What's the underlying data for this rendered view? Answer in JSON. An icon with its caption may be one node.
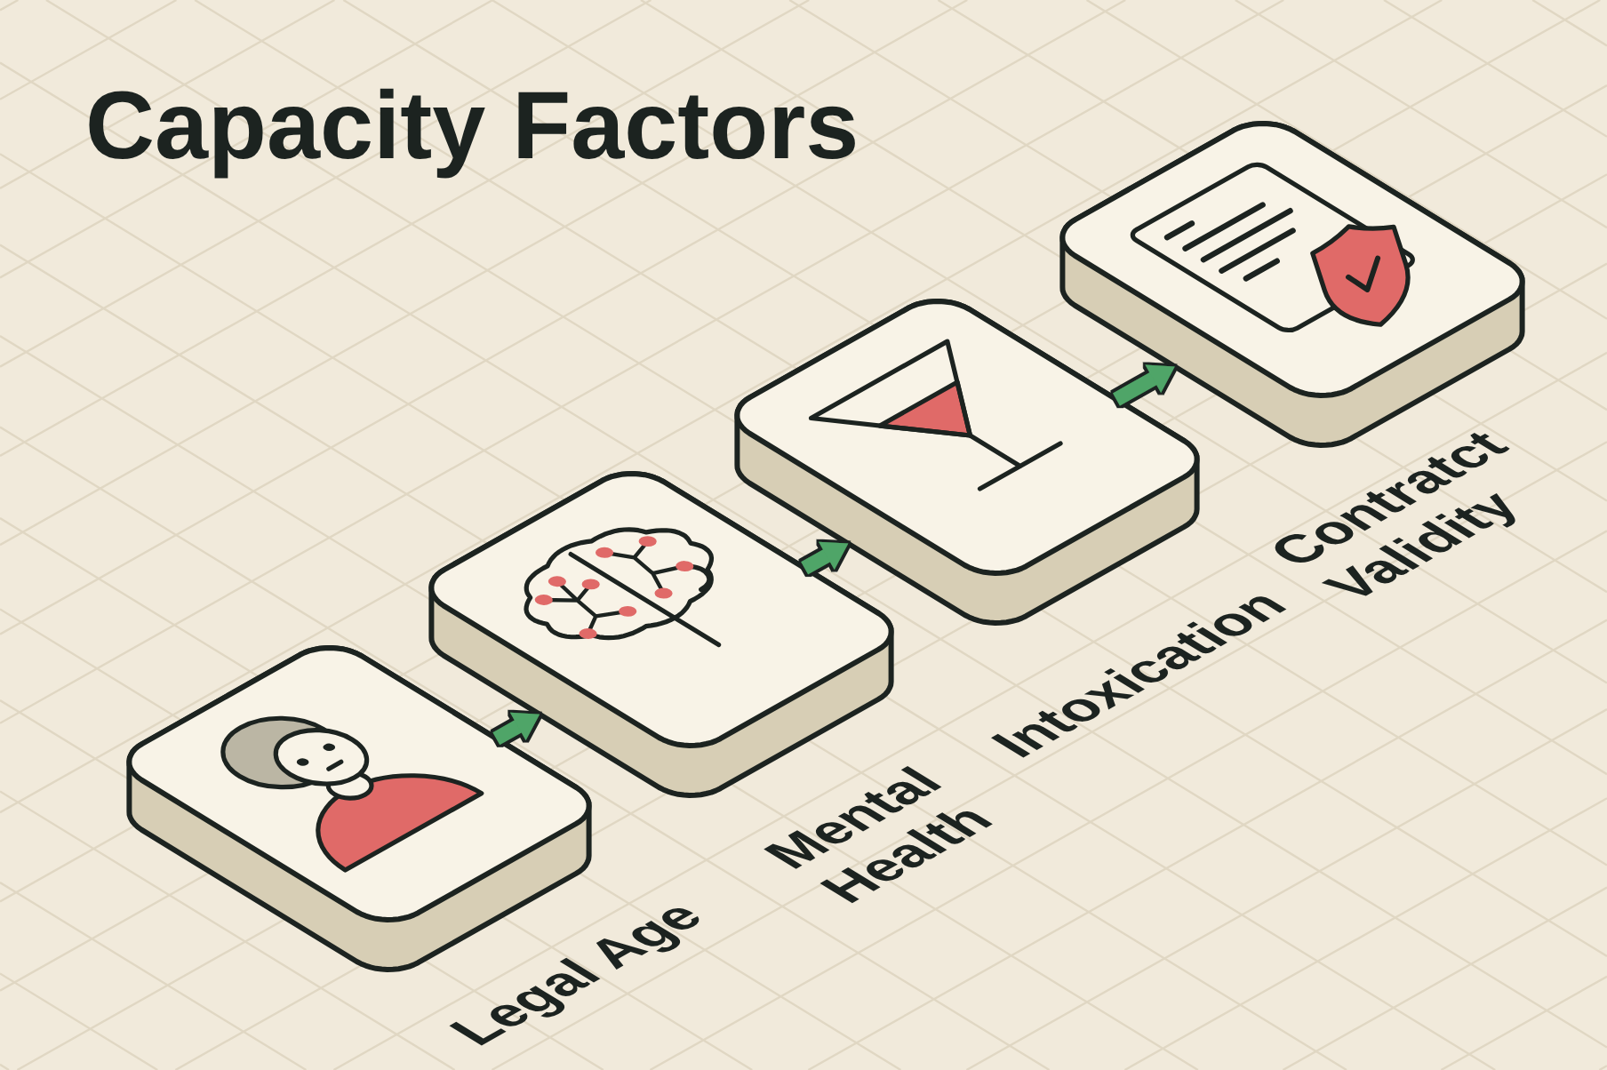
{
  "diagram": {
    "title": "Capacity Factors",
    "nodes": [
      {
        "text": [],
        "shape": "box",
        "beside": [
          "Legal Age"
        ]
      },
      {
        "text": [],
        "shape": "box",
        "beside": [
          "Mental Health"
        ]
      },
      {
        "text": [],
        "shape": "box",
        "beside": [
          "Intoxication"
        ]
      },
      {
        "text": [],
        "shape": "box",
        "beside": [
          "Contratct Validity"
        ]
      }
    ],
    "edges": [
      {
        "from": 0,
        "to": 1,
        "arrow": "to"
      },
      {
        "from": 1,
        "to": 2,
        "arrow": "to"
      },
      {
        "from": 2,
        "to": 3,
        "arrow": "to"
      }
    ]
  }
}
